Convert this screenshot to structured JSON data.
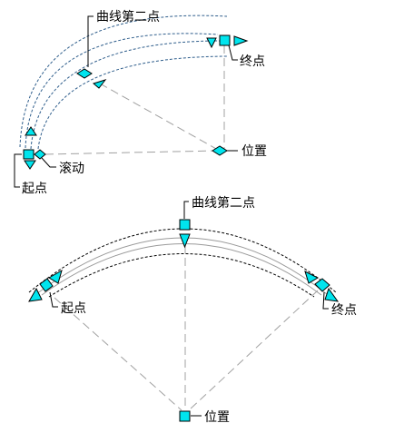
{
  "upper": {
    "labels": {
      "second_point": "曲线第二点",
      "end_point": "终点",
      "position": "位置",
      "scroll": "滚动",
      "start_point": "起点"
    }
  },
  "lower": {
    "labels": {
      "second_point": "曲线第二点",
      "start_point": "起点",
      "end_point": "终点",
      "position": "位置"
    }
  },
  "colors": {
    "grip_fill": "#00e5ee",
    "arc_blue": "#2f5e8c",
    "guide_grey": "#a0a0a0"
  }
}
